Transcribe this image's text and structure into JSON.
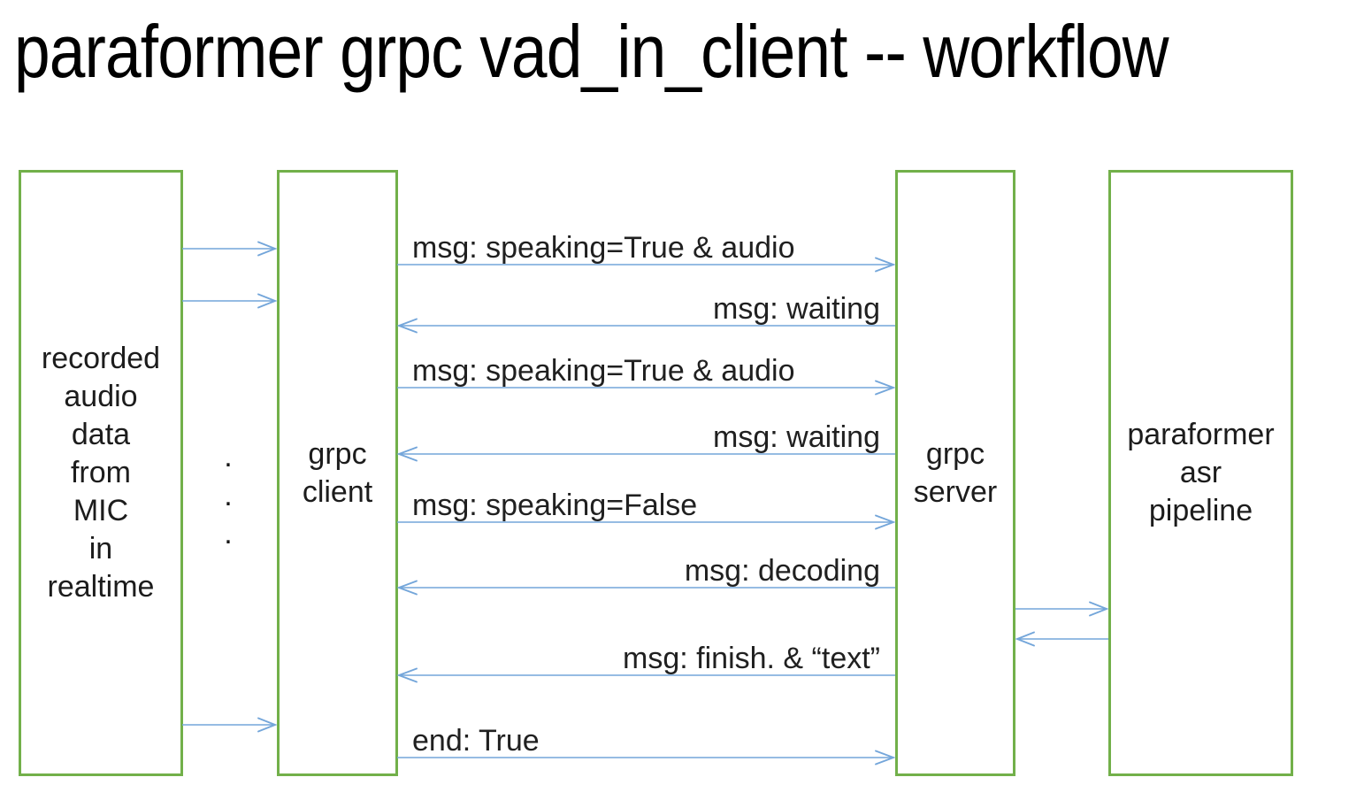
{
  "title": "paraformer grpc vad_in_client -- workflow",
  "boxes": {
    "mic": {
      "label": "recorded\naudio\ndata\nfrom\nMIC\nin\nrealtime"
    },
    "client": {
      "label": "grpc\nclient"
    },
    "server": {
      "label": "grpc\nserver"
    },
    "asr": {
      "label": "paraformer\nasr\npipeline"
    }
  },
  "ellipsis": ".\n.\n.",
  "messages": [
    {
      "label": "msg: speaking=True & audio",
      "direction": "right",
      "from": "grpc client",
      "to": "grpc server"
    },
    {
      "label": "msg: waiting",
      "direction": "left",
      "from": "grpc server",
      "to": "grpc client"
    },
    {
      "label": "msg: speaking=True & audio",
      "direction": "right",
      "from": "grpc client",
      "to": "grpc server"
    },
    {
      "label": "msg: waiting",
      "direction": "left",
      "from": "grpc server",
      "to": "grpc client"
    },
    {
      "label": "msg: speaking=False",
      "direction": "right",
      "from": "grpc client",
      "to": "grpc server"
    },
    {
      "label": "msg: decoding",
      "direction": "left",
      "from": "grpc server",
      "to": "grpc client"
    },
    {
      "label": "msg: finish. &  “text”",
      "direction": "left",
      "from": "grpc server",
      "to": "grpc client"
    },
    {
      "label": "end: True",
      "direction": "right",
      "from": "grpc client",
      "to": "grpc server"
    }
  ],
  "mic_feed_arrows": [
    {
      "direction": "right",
      "from": "mic",
      "to": "grpc client"
    },
    {
      "direction": "right",
      "from": "mic",
      "to": "grpc client"
    },
    {
      "direction": "right",
      "from": "mic",
      "to": "grpc client"
    }
  ],
  "server_asr_arrows": [
    {
      "direction": "right",
      "from": "grpc server",
      "to": "paraformer asr pipeline"
    },
    {
      "direction": "left",
      "from": "paraformer asr pipeline",
      "to": "grpc server"
    }
  ],
  "colors": {
    "box_border": "#72B04A",
    "arrow": "#74A6DA",
    "label_text": "#1c1c1c",
    "title_text": "#000000",
    "background": "#ffffff"
  }
}
